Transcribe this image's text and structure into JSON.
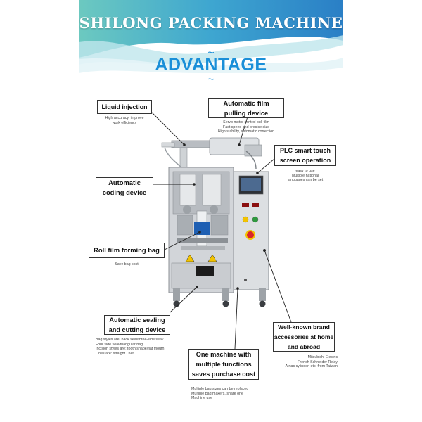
{
  "header": {
    "brand": "SHILONG PACKING MACHINE",
    "section_title": "ADVANTAGE",
    "tilde": "~"
  },
  "callouts": {
    "liquid_injection": {
      "title": "Liquid injection",
      "desc": "High accuracy, improve\nwork efficiency"
    },
    "film_pulling": {
      "title": "Automatic film\npulling device",
      "desc": "Servo motor control pull film\nFast speed and precise size\nHigh stability, automatic correction"
    },
    "plc": {
      "title": "PLC smart touch\nscreen operation",
      "desc": "easy to use\nMultiple national\nlanguages can be set"
    },
    "coding": {
      "title": "Automatic\ncoding device",
      "desc": ""
    },
    "roll_film": {
      "title": "Roll film forming bag",
      "desc": "Save bag cost"
    },
    "sealing": {
      "title": "Automatic sealing\nand cutting device",
      "desc": "Bag styles are: back seal/three-side seal/\nFour side seal/triangular bag\nIncision styles are: tooth shape/flat mouth\nLines are: straight / net"
    },
    "brand_accessories": {
      "title": "Well-known brand\naccessories at home\nand abroad",
      "desc": "Mitsubishi Electric\nFrench Schneider Relay\nAirtac cylinder, etc. from Taiwan"
    },
    "multi_function": {
      "title": "One machine with\nmultiple functions\nsaves purchase cost",
      "desc": "Multiple bag sizes can be replaced\nMultiple bag makers, share one\nMachine use"
    }
  },
  "colors": {
    "accent_blue": "#1a8fd8",
    "banner_teal": "#5fc3bf",
    "banner_blue": "#2f8fcf",
    "steel": "#c9ccd0",
    "warning_yellow": "#f2c300",
    "stop_red": "#d8262b"
  }
}
